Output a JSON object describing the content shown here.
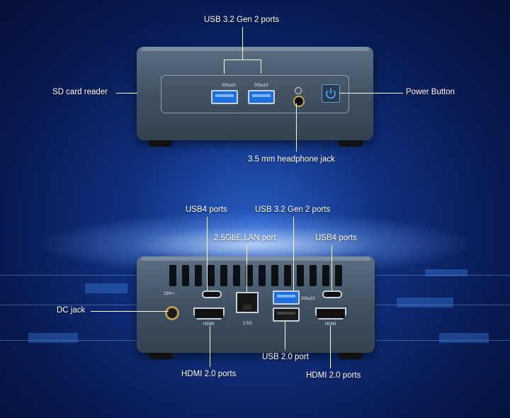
{
  "top_view": {
    "labels": {
      "usb32": "USB 3.2 Gen 2 ports",
      "sd": "SD card reader",
      "power": "Power Button",
      "headphone": "3.5 mm headphone jack"
    },
    "port_marks": {
      "usb_logo_1": "SS⇆10",
      "usb_logo_2": "SS⇆10"
    }
  },
  "rear_view": {
    "labels": {
      "usb4_left": "USB4 ports",
      "usb32": "USB 3.2 Gen 2 ports",
      "lan": "2.5GbE LAN port",
      "usb4_right": "USB4 ports",
      "dc": "DC jack",
      "usb20": "USB 2.0 port",
      "hdmi_left": "HDMI 2.0 ports",
      "hdmi_right": "HDMI 2.0 ports"
    },
    "port_marks": {
      "hdmi_left": "HDMI",
      "hdmi_right": "HDMI",
      "dc_rating": "19V⎓",
      "lan_speed": "2.5G",
      "ss10": "SS⇆10"
    }
  }
}
